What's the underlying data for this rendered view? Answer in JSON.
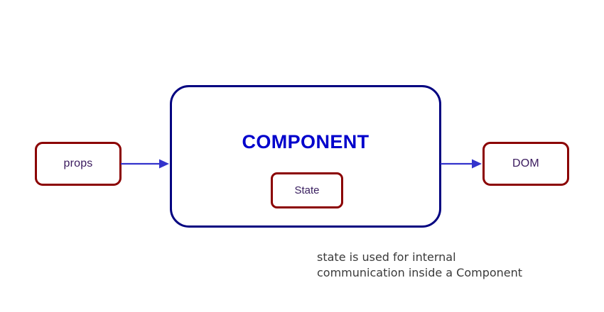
{
  "diagram": {
    "title": "React component data flow diagram",
    "background_color": "#ffffff",
    "nodes": {
      "props": {
        "label": "props",
        "border_color": "#8b0000",
        "text_color": "#3a1a5e"
      },
      "component": {
        "label": "COMPONENT",
        "border_color": "#000080",
        "text_color": "#0000cc"
      },
      "state": {
        "label": "State",
        "border_color": "#8b0000",
        "text_color": "#3a2060"
      },
      "dom": {
        "label": "DOM",
        "border_color": "#8b0000",
        "text_color": "#3a1a5e"
      }
    },
    "arrows": {
      "color": "#3333cc",
      "props_to_component": "props-to-component-arrow",
      "component_to_dom": "component-to-dom-arrow"
    },
    "caption": {
      "line1": "state is used for internal",
      "line2": "communication inside a Component",
      "text_color": "#3a3a3a"
    }
  }
}
